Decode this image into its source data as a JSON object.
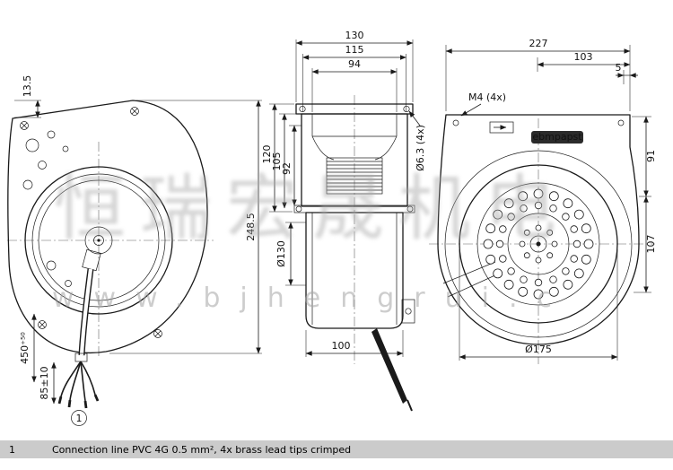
{
  "watermark": {
    "cjk": "恒瑞宏晟机电",
    "url": "www.bjhengrui.c"
  },
  "front": {
    "dim_top_offset": "13.5",
    "dim_height": "248.5",
    "dim_cable": "450⁺⁵⁰",
    "dim_strip": "85±10",
    "callout": "1"
  },
  "side": {
    "dim_w_outer": "130",
    "dim_w_mid": "115",
    "dim_w_inner": "94",
    "dim_h_outer": "120",
    "dim_h_mid": "105",
    "dim_h_inner": "92",
    "dim_hole": "Ø6.3 (4x)",
    "dim_inlet": "Ø130",
    "dim_depth": "100"
  },
  "rear": {
    "dim_width": "227",
    "dim_offset": "103",
    "dim_edge": "5",
    "screw": "M4 (4x)",
    "dim_r_upper": "91",
    "dim_r_lower": "107",
    "dim_dia": "Ø175",
    "logo": "ebmpapst"
  },
  "footer": {
    "index": "1",
    "note": "Connection line PVC 4G 0.5 mm², 4x brass lead tips crimped"
  }
}
